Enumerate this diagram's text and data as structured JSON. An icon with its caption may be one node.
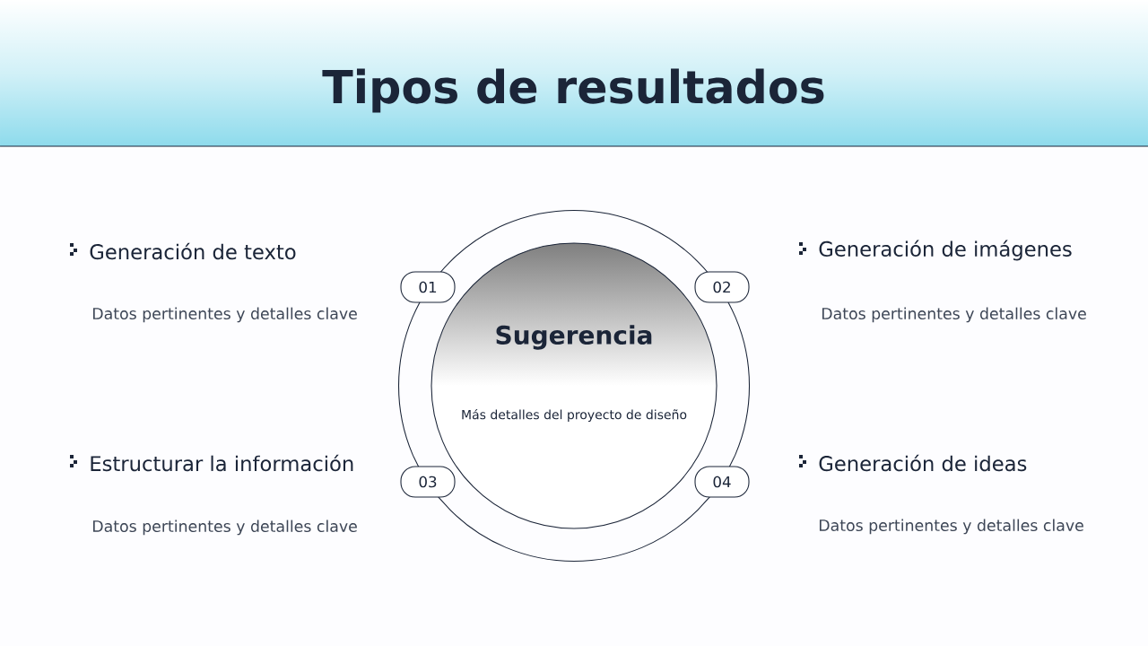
{
  "diagram": {
    "title": "Tipos de resultados",
    "nodes": [
      {
        "text": [
          "Sugerencia",
          "Más detalles del proyecto de diseño"
        ]
      },
      {
        "text": [
          "01"
        ]
      },
      {
        "text": [
          "02"
        ]
      },
      {
        "text": [
          "03"
        ]
      },
      {
        "text": [
          "04"
        ]
      }
    ],
    "labels": [
      "Generación de texto",
      "Datos pertinentes y detalles clave",
      "Generación de imágenes",
      "Datos pertinentes y detalles clave",
      "Estructurar la información",
      "Datos pertinentes y detalles clave",
      "Generación de ideas",
      "Datos pertinentes y detalles clave"
    ]
  }
}
